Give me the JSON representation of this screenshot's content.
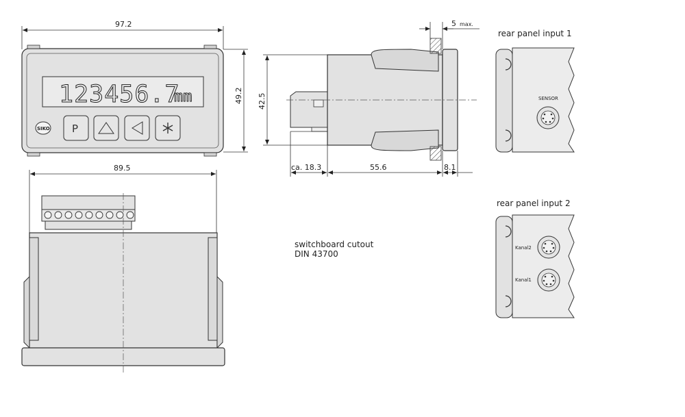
{
  "dimensions": {
    "front_width": "97.2",
    "front_height": "49.2",
    "side_height": "42.5",
    "cutout_width": "89.5",
    "max_panel": "5",
    "max_panel_suffix": "max.",
    "connector_depth": "ca. 18.3",
    "body_depth": "55.6",
    "bezel_depth": "8.1"
  },
  "display": {
    "reading": "123456.7",
    "unit": "mm",
    "brand": "SIKO"
  },
  "keys": [
    {
      "name": "p-key",
      "label": "P"
    },
    {
      "name": "up-key",
      "label": "△"
    },
    {
      "name": "left-key",
      "label": "◁"
    },
    {
      "name": "star-key",
      "label": "✲"
    }
  ],
  "labels": {
    "rear1_title": "rear panel input 1",
    "rear1_sensor": "SENSOR",
    "rear2_title": "rear panel input 2",
    "rear2_kanal2": "Kanal2",
    "rear2_kanal1": "Kanal1",
    "cutout_line1": "switchboard cutout",
    "cutout_line2": "DIN 43700"
  },
  "colors": {
    "housing": "#e2e2e2",
    "outline": "#333333"
  }
}
